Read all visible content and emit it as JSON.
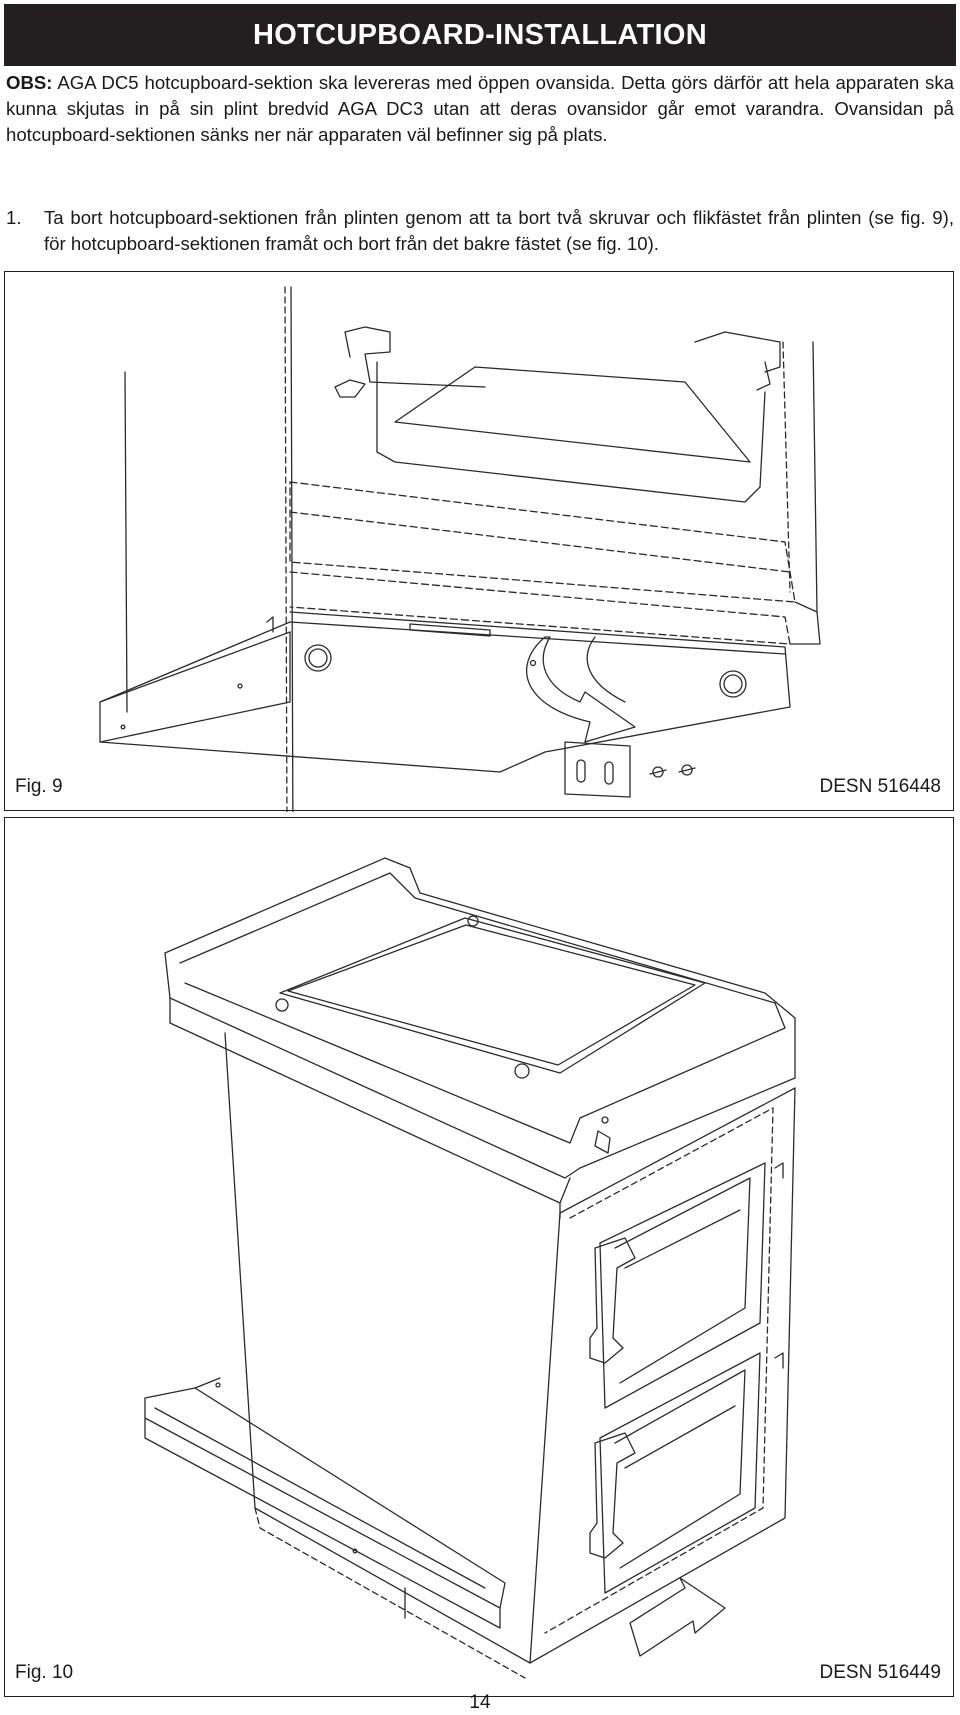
{
  "header": {
    "title": "HOTCUPBOARD-INSTALLATION"
  },
  "intro": {
    "label": "OBS:",
    "text": " AGA DC5 hotcupboard-sektion ska levereras med öppen ovansida. Detta görs därför att hela apparaten ska kunna skjutas in på sin plint bredvid AGA DC3 utan att deras ovansidor går emot varandra. Ovansidan på hotcupboard-sektionen sänks ner när apparaten väl befinner sig på plats."
  },
  "steps": [
    {
      "number": "1.",
      "text": "Ta bort hotcupboard-sektionen från plinten genom att ta bort två skruvar och flikfästet från plinten (se fig. 9), för hotcupboard-sektionen framåt och bort från det bakre fästet (se fig. 10)."
    }
  ],
  "figures": [
    {
      "label": "Fig. 9",
      "code": "DESN 516448"
    },
    {
      "label": "Fig. 10",
      "code": "DESN 516449"
    }
  ],
  "page": {
    "number": "14"
  },
  "colors": {
    "title_bg": "#231f20",
    "title_text": "#ffffff",
    "line": "#2b2b2b"
  }
}
